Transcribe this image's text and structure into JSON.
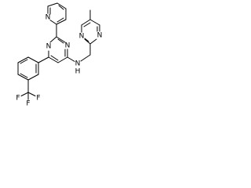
{
  "molecule": {
    "atoms": {
      "pyridine_n": "N",
      "pyrimidine_n_top": "N",
      "pyrimidine_n_bottom": "N",
      "amine_nh": "N",
      "amine_h": "H",
      "methylpyrimidine_n_top": "N",
      "methylpyrimidine_n_bottom": "N",
      "fluorine_1": "F",
      "fluorine_2": "F",
      "fluorine_3": "F"
    }
  }
}
